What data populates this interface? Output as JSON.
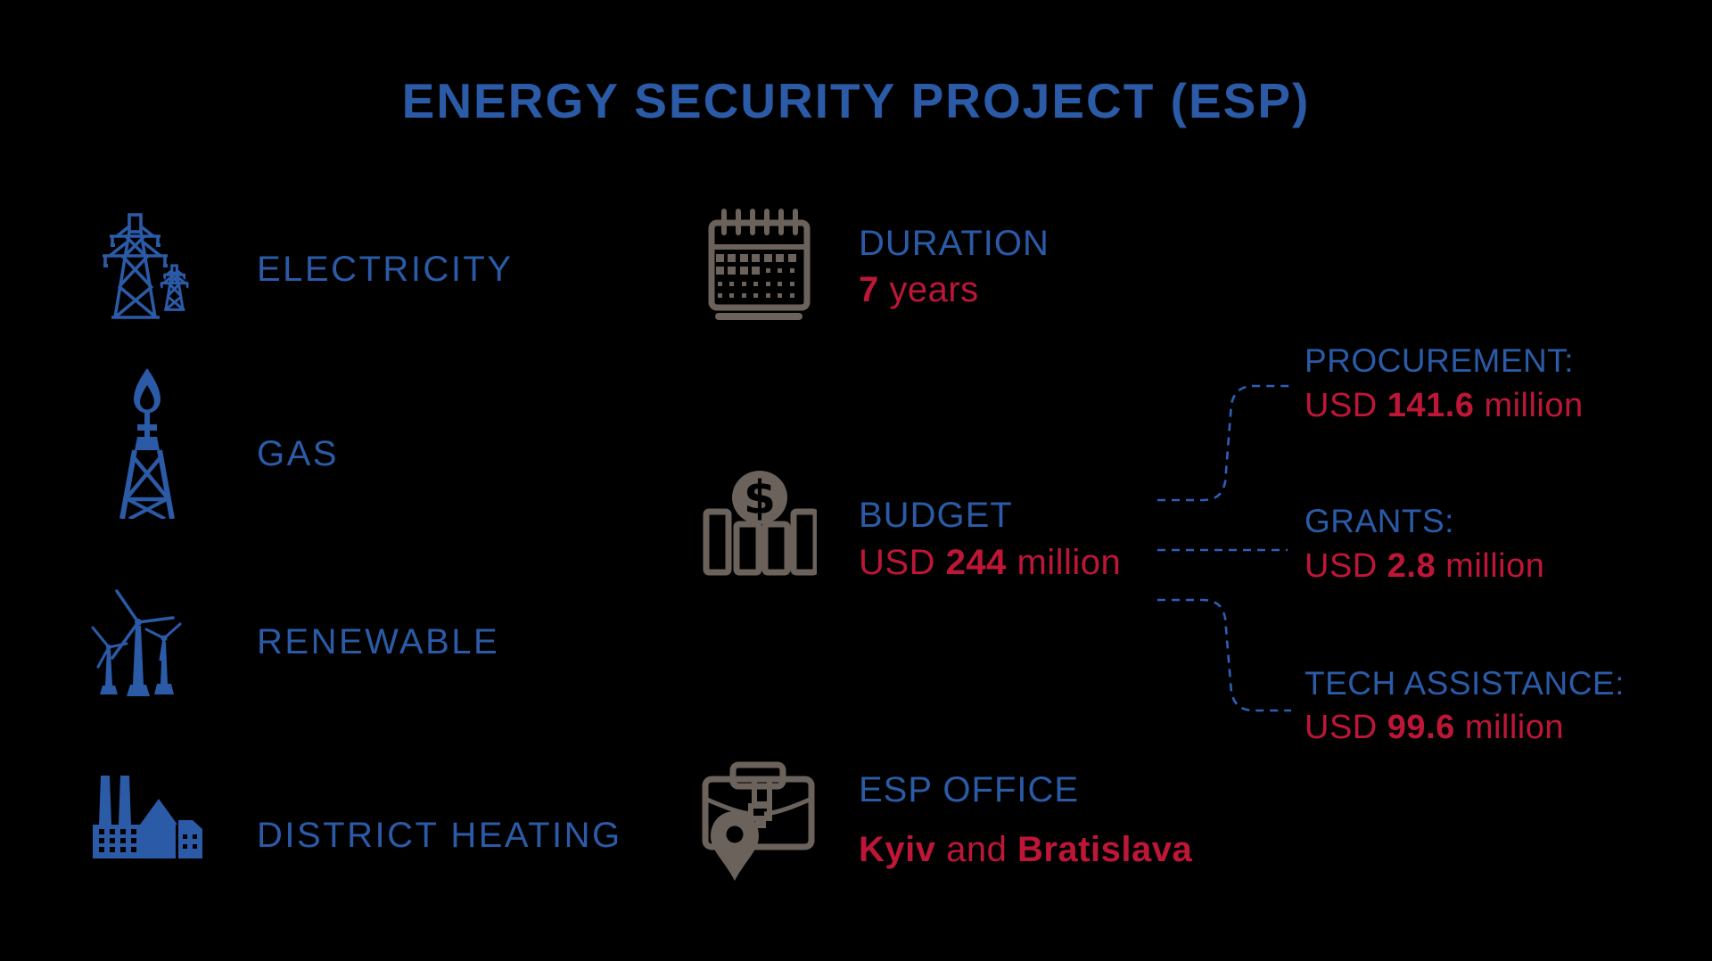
{
  "title": "ENERGY SECURITY PROJECT (ESP)",
  "sectors": [
    {
      "label": "ELECTRICITY",
      "icon": "transmission-towers-icon"
    },
    {
      "label": "GAS",
      "icon": "gas-rig-flame-icon"
    },
    {
      "label": "RENEWABLE",
      "icon": "wind-turbines-icon"
    },
    {
      "label": "DISTRICT HEATING",
      "icon": "factory-icon"
    }
  ],
  "facts": {
    "duration": {
      "label": "DURATION",
      "value_bold": "7",
      "value_rest": " years",
      "icon": "calendar-icon"
    },
    "budget": {
      "label": "BUDGET",
      "value_prefix": "USD ",
      "value_bold": "244",
      "value_rest": " million",
      "icon": "dollar-bar-chart-icon"
    },
    "office": {
      "label": "ESP OFFICE",
      "city1": "Kyiv",
      "conjunction": " and ",
      "city2": "Bratislava",
      "icon": "briefcase-location-pin-icon"
    }
  },
  "budget_breakdown": [
    {
      "label": "PROCUREMENT:",
      "prefix": "USD ",
      "amount": "141.6",
      "suffix": " million"
    },
    {
      "label": "GRANTS:",
      "prefix": "USD ",
      "amount": "2.8",
      "suffix": " million"
    },
    {
      "label": "TECH ASSISTANCE:",
      "prefix": "USD ",
      "amount": "99.6",
      "suffix": " million"
    }
  ],
  "colors": {
    "background": "#000000",
    "blue": "#2B5AA7",
    "red": "#BE1637",
    "icon_gray": "#6B625C",
    "dash_blue": "#2E5FB7"
  }
}
